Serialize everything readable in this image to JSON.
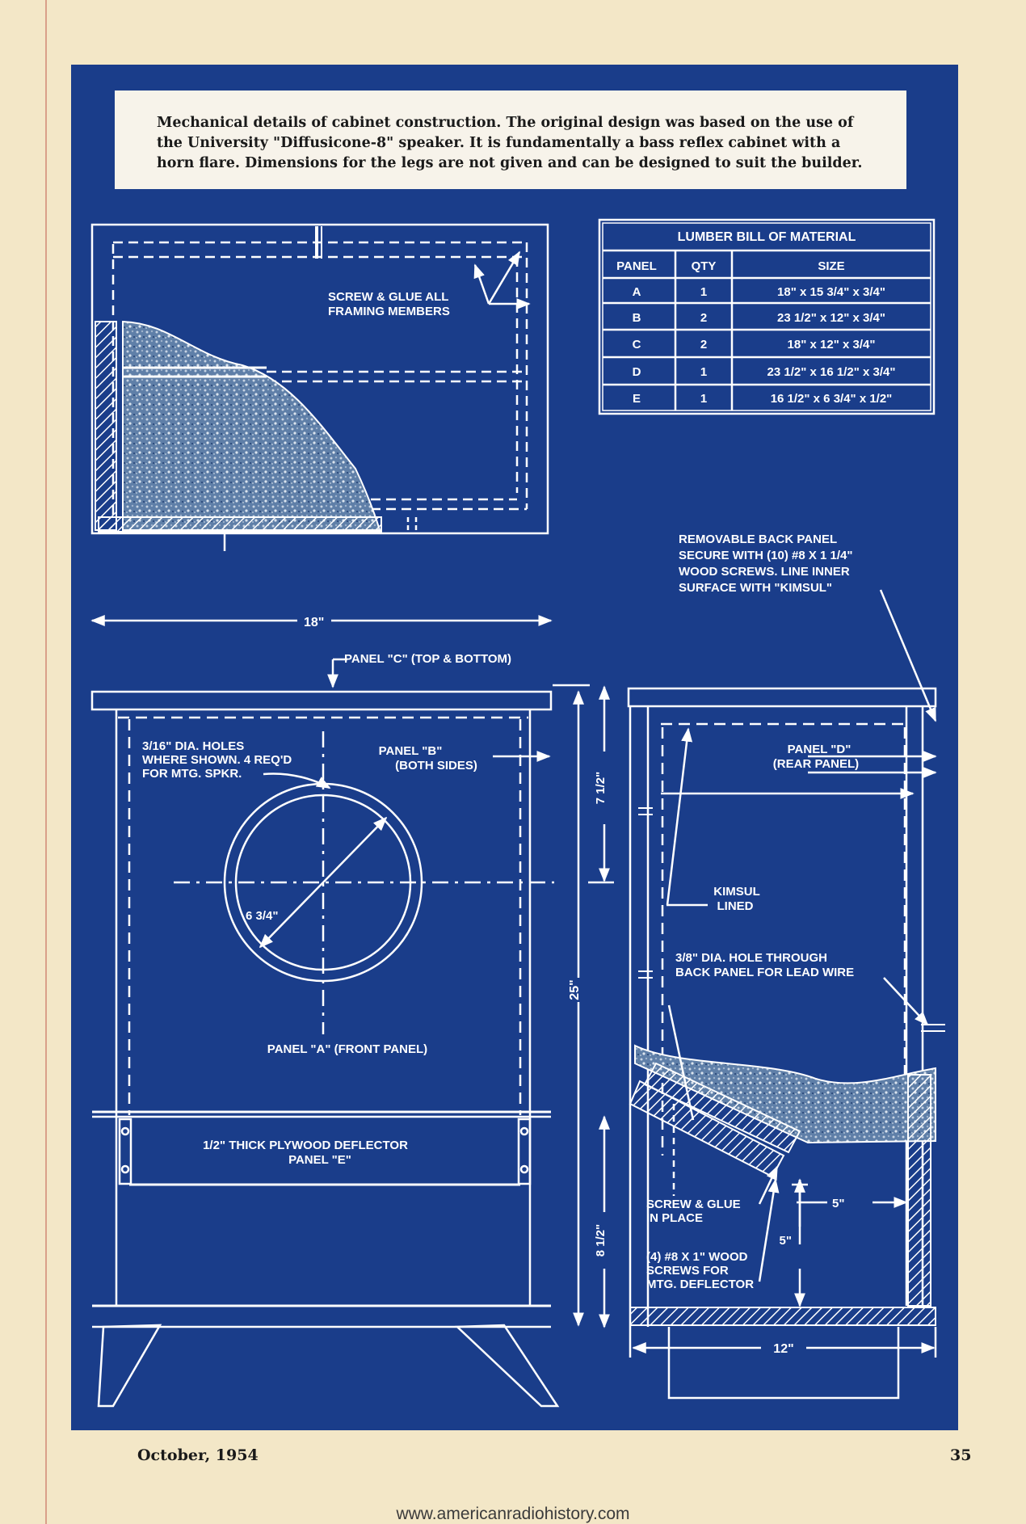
{
  "caption": "Mechanical details of cabinet construction. The original design was based on the use of the University \"Diffusicone-8\" speaker. It is fundamentally a bass reflex cabinet with a horn flare. Dimensions for the legs are not given and can be designed to suit the builder.",
  "table": {
    "title": "LUMBER BILL OF MATERIAL",
    "headers": [
      "PANEL",
      "QTY",
      "SIZE"
    ],
    "rows": [
      [
        "A",
        "1",
        "18\" x 15 3/4\" x 3/4\""
      ],
      [
        "B",
        "2",
        "23 1/2\" x 12\" x 3/4\""
      ],
      [
        "C",
        "2",
        "18\" x 12\" x 3/4\""
      ],
      [
        "D",
        "1",
        "23 1/2\" x 16 1/2\" x 3/4\""
      ],
      [
        "E",
        "1",
        "16 1/2\" x 6 3/4\" x 1/2\""
      ]
    ]
  },
  "labels": {
    "screw_glue_all": [
      "SCREW & GLUE ALL",
      "FRAMING MEMBERS"
    ],
    "removable_back": [
      "REMOVABLE BACK PANEL",
      "SECURE WITH (10) #8 X 1 1/4\"",
      "WOOD SCREWS. LINE INNER",
      "SURFACE WITH \"KIMSUL\""
    ],
    "width_18": "18\"",
    "panel_c": "PANEL \"C\" (TOP & BOTTOM)",
    "holes": [
      "3/16\" DIA. HOLES",
      "WHERE SHOWN. 4 REQ'D",
      "FOR MTG. SPKR."
    ],
    "panel_b": [
      "PANEL \"B\"",
      "(BOTH SIDES)"
    ],
    "panel_d": [
      "PANEL \"D\"",
      "(REAR PANEL)"
    ],
    "dim_7_half": "7 1/2\"",
    "dim_6_3_4": "6 3/4\"",
    "kimsul_lined": [
      "KIMSUL",
      "LINED"
    ],
    "dim_25": "25\"",
    "hole_3_8": [
      "3/8\" DIA. HOLE THROUGH",
      "BACK PANEL FOR LEAD WIRE"
    ],
    "panel_a": "PANEL \"A\" (FRONT PANEL)",
    "deflector": [
      "1/2\" THICK PLYWOOD DEFLECTOR",
      "PANEL \"E\""
    ],
    "screw_glue_place": [
      "SCREW & GLUE",
      "IN PLACE"
    ],
    "dim_5_top": "5\"",
    "dim_5_side": "5\"",
    "dim_8_half": "8 1/2\"",
    "wood_screws": [
      "(4) #8 X 1\" WOOD",
      "SCREWS FOR",
      "MTG. DEFLECTOR"
    ],
    "dim_12": "12\""
  },
  "footer": {
    "date": "October, 1954",
    "page_number": "35",
    "url": "www.americanradiohistory.com"
  },
  "colors": {
    "blueprint": "#1a3d8a",
    "line": "#ffffff",
    "paper": "#f3e7c7"
  }
}
